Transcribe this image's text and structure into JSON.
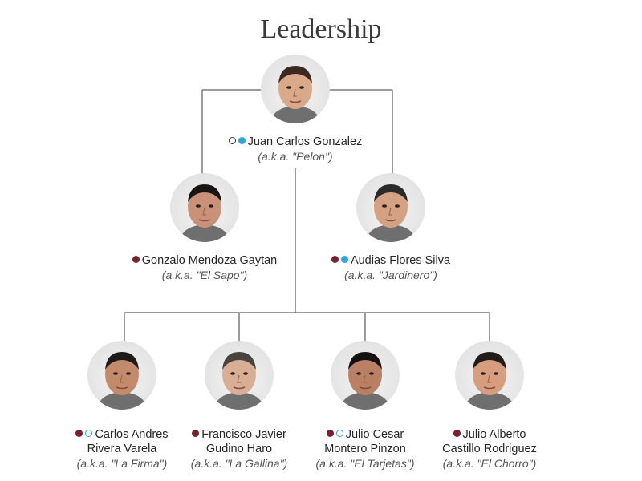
{
  "title": "Leadership",
  "colors": {
    "lines": "#7a7a7a",
    "red_dot": "#7a1f2b",
    "blue_dot": "#2aa6dc",
    "dark_ring": "#333333",
    "blue_ring": "#2aa6dc"
  },
  "members": [
    {
      "id": "juan",
      "name_lines": [
        "Juan Carlos Gonzalez"
      ],
      "aka": "(a.k.a. \"Pelon\")",
      "markers": [
        "ring-dark",
        "blue"
      ],
      "photo": "face-portrait-icon"
    },
    {
      "id": "gonzalo",
      "name_lines": [
        "Gonzalo Mendoza Gaytan"
      ],
      "aka": "(a.k.a. \"El Sapo\")",
      "markers": [
        "red"
      ],
      "photo": "face-portrait-icon"
    },
    {
      "id": "audias",
      "name_lines": [
        "Audias Flores Silva"
      ],
      "aka": "(a.k.a. \"Jardinero\")",
      "markers": [
        "red",
        "blue"
      ],
      "photo": "face-portrait-icon"
    },
    {
      "id": "carlos",
      "name_lines": [
        "Carlos Andres",
        "Rivera Varela"
      ],
      "aka": "(a.k.a. \"La Firma\")",
      "markers": [
        "red",
        "ring-blue"
      ],
      "photo": "face-portrait-icon"
    },
    {
      "id": "francisco",
      "name_lines": [
        "Francisco Javier",
        "Gudino Haro"
      ],
      "aka": "(a.k.a. \"La Gallina\")",
      "markers": [
        "red"
      ],
      "photo": "face-portrait-icon"
    },
    {
      "id": "julio-cesar",
      "name_lines": [
        "Julio Cesar",
        "Montero Pinzon"
      ],
      "aka": "(a.k.a. \"El Tarjetas\")",
      "markers": [
        "red",
        "ring-blue"
      ],
      "photo": "face-portrait-icon"
    },
    {
      "id": "julio-alberto",
      "name_lines": [
        "Julio Alberto",
        "Castillo Rodriguez"
      ],
      "aka": "(a.k.a. \"El Chorro\")",
      "markers": [
        "red"
      ],
      "photo": "face-portrait-icon"
    }
  ]
}
